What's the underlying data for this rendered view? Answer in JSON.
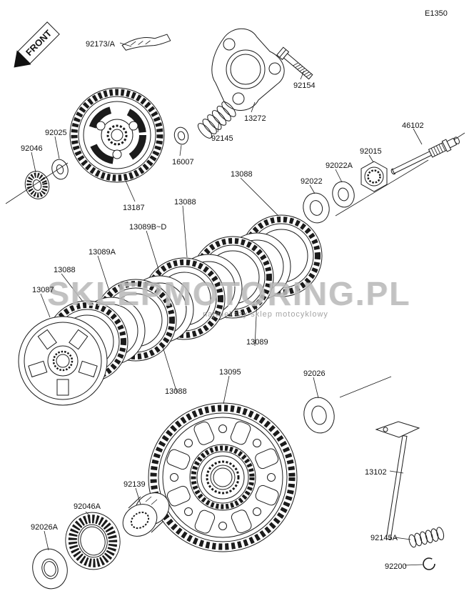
{
  "page": {
    "code": "E1350",
    "front_label": "FRONT"
  },
  "watermark": {
    "text": "SKLEPMOTORING.PL",
    "subtitle": "największy sklep motocyklowy"
  },
  "parts": [
    {
      "label": "92173/A"
    },
    {
      "label": "92154"
    },
    {
      "label": "13272"
    },
    {
      "label": "92145"
    },
    {
      "label": "16007"
    },
    {
      "label": "46102"
    },
    {
      "label": "92025"
    },
    {
      "label": "92046"
    },
    {
      "label": "13187"
    },
    {
      "label": "92015"
    },
    {
      "label": "92022A"
    },
    {
      "label": "92022"
    },
    {
      "label": "13088"
    },
    {
      "label": "13088"
    },
    {
      "label": "13089B~D"
    },
    {
      "label": "13089A"
    },
    {
      "label": "13088"
    },
    {
      "label": "13087"
    },
    {
      "label": "13089"
    },
    {
      "label": "13088"
    },
    {
      "label": "13095"
    },
    {
      "label": "92026"
    },
    {
      "label": "13102"
    },
    {
      "label": "92139"
    },
    {
      "label": "92046A"
    },
    {
      "label": "92026A"
    },
    {
      "label": "92145A"
    },
    {
      "label": "92200"
    }
  ]
}
